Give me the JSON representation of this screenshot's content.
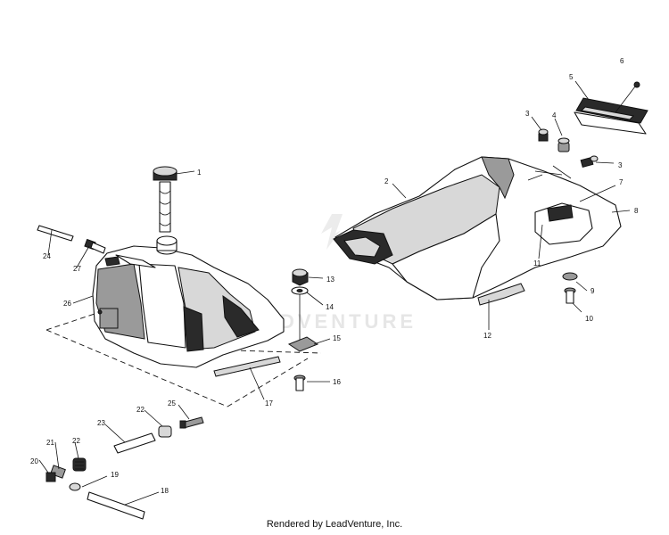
{
  "footer": {
    "text": "Rendered by LeadVenture, Inc."
  },
  "watermark": {
    "text": "LEADVENTURE"
  },
  "callouts": [
    {
      "id": "1",
      "label": "1"
    },
    {
      "id": "2",
      "label": "2"
    },
    {
      "id": "3a",
      "label": "3"
    },
    {
      "id": "3b",
      "label": "3"
    },
    {
      "id": "4",
      "label": "4"
    },
    {
      "id": "5",
      "label": "5"
    },
    {
      "id": "6",
      "label": "6"
    },
    {
      "id": "7",
      "label": "7"
    },
    {
      "id": "8",
      "label": "8"
    },
    {
      "id": "9",
      "label": "9"
    },
    {
      "id": "10",
      "label": "10"
    },
    {
      "id": "11",
      "label": "11"
    },
    {
      "id": "12",
      "label": "12"
    },
    {
      "id": "13",
      "label": "13"
    },
    {
      "id": "14",
      "label": "14"
    },
    {
      "id": "15",
      "label": "15"
    },
    {
      "id": "16",
      "label": "16"
    },
    {
      "id": "17",
      "label": "17"
    },
    {
      "id": "18",
      "label": "18"
    },
    {
      "id": "19",
      "label": "19"
    },
    {
      "id": "20",
      "label": "20"
    },
    {
      "id": "21",
      "label": "21"
    },
    {
      "id": "22a",
      "label": "22"
    },
    {
      "id": "22b",
      "label": "22"
    },
    {
      "id": "23",
      "label": "23"
    },
    {
      "id": "24",
      "label": "24"
    },
    {
      "id": "25",
      "label": "25"
    },
    {
      "id": "26",
      "label": "26"
    },
    {
      "id": "27",
      "label": "27"
    }
  ]
}
